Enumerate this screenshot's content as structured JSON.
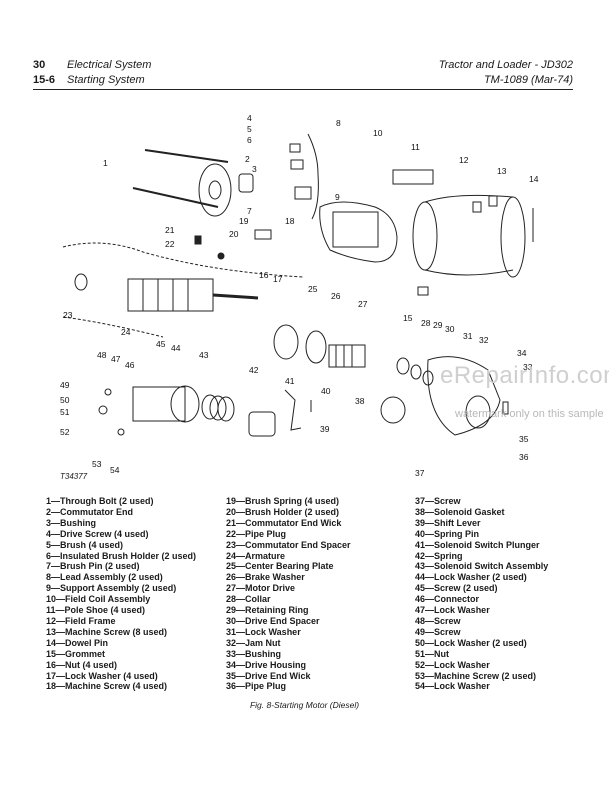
{
  "header": {
    "left_line1_num": "30",
    "left_line1_text": "Electrical System",
    "left_line2_num": "15-6",
    "left_line2_text": "Starting System",
    "right_line1": "Tractor and Loader - JD302",
    "right_line2": "TM-1089   (Mar-74)"
  },
  "figure": {
    "part_number": "T34377",
    "callouts": [
      "1",
      "2",
      "3",
      "4",
      "5",
      "6",
      "7",
      "8",
      "9",
      "10",
      "11",
      "12",
      "13",
      "14",
      "15",
      "16",
      "17",
      "18",
      "19",
      "20",
      "21",
      "22",
      "23",
      "24",
      "25",
      "26",
      "27",
      "28",
      "29",
      "30",
      "31",
      "32",
      "33",
      "34",
      "35",
      "36",
      "37",
      "38",
      "39",
      "40",
      "41",
      "42",
      "43",
      "44",
      "45",
      "46",
      "47",
      "48",
      "49",
      "50",
      "51",
      "52",
      "53",
      "54"
    ],
    "caption": "Fig. 8-Starting Motor (Diesel)"
  },
  "legend": {
    "col1": [
      "1—Through Bolt (2 used)",
      "2—Commutator End",
      "3—Bushing",
      "4—Drive Screw (4 used)",
      "5—Brush (4 used)",
      "6—Insulated Brush Holder (2 used)",
      "7—Brush Pin (2 used)",
      "8—Lead Assembly (2 used)",
      "9—Support Assembly (2 used)",
      "10—Field Coil Assembly",
      "11—Pole Shoe (4 used)",
      "12—Field Frame",
      "13—Machine Screw (8 used)",
      "14—Dowel Pin",
      "15—Grommet",
      "16—Nut (4 used)",
      "17—Lock Washer (4 used)",
      "18—Machine Screw (4 used)"
    ],
    "col2": [
      "19—Brush Spring (4 used)",
      "20—Brush Holder (2 used)",
      "21—Commutator End Wick",
      "22—Pipe Plug",
      "23—Commutator End Spacer",
      "24—Armature",
      "25—Center Bearing Plate",
      "26—Brake Washer",
      "27—Motor Drive",
      "28—Collar",
      "29—Retaining Ring",
      "30—Drive End Spacer",
      "31—Lock Washer",
      "32—Jam Nut",
      "33—Bushing",
      "34—Drive Housing",
      "35—Drive End Wick",
      "36—Pipe Plug"
    ],
    "col3": [
      "37—Screw",
      "38—Solenoid Gasket",
      "39—Shift Lever",
      "40—Spring Pin",
      "41—Solenoid Switch Plunger",
      "42—Spring",
      "43—Solenoid Switch Assembly",
      "44—Lock Washer (2 used)",
      "45—Screw (2 used)",
      "46—Connector",
      "47—Lock Washer",
      "48—Screw",
      "49—Screw",
      "50—Lock Washer (2 used)",
      "51—Nut",
      "52—Lock Washer",
      "53—Machine Screw (2 used)",
      "54—Lock Washer"
    ]
  },
  "watermark": {
    "line1": "eRepairInfo.com",
    "line2": "watermark only on this sample"
  }
}
